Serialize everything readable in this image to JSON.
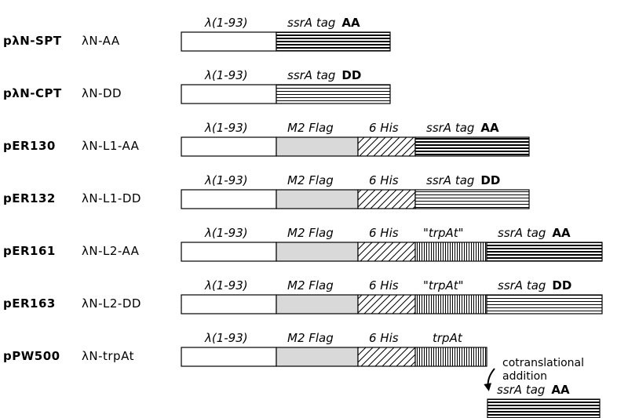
{
  "colors": {
    "ink": "#000000",
    "grey_fill": "#d9d9d9",
    "background": "#ffffff"
  },
  "segment_types": {
    "lambda": {
      "label": "λ(1-93)",
      "suffix": ""
    },
    "m2flag": {
      "label": "M2 Flag",
      "suffix": ""
    },
    "his6": {
      "label": "6 His",
      "suffix": ""
    },
    "trpAt_quoted": {
      "label": "\"trpAt\"",
      "suffix": ""
    },
    "trpAt": {
      "label": "trpAt",
      "suffix": ""
    },
    "ssrA_AA": {
      "label": "ssrA tag",
      "suffix": "AA"
    },
    "ssrA_DD": {
      "label": "ssrA tag",
      "suffix": "DD"
    }
  },
  "rows": [
    {
      "plasmid": "pλN-SPT",
      "construct": "λN-AA",
      "segments": [
        "lambda",
        "ssrA_AA"
      ]
    },
    {
      "plasmid": "pλN-CPT",
      "construct": "λN-DD",
      "segments": [
        "lambda",
        "ssrA_DD"
      ]
    },
    {
      "plasmid": "pER130",
      "construct": "λN-L1-AA",
      "segments": [
        "lambda",
        "m2flag",
        "his6",
        "ssrA_AA"
      ]
    },
    {
      "plasmid": "pER132",
      "construct": "λN-L1-DD",
      "segments": [
        "lambda",
        "m2flag",
        "his6",
        "ssrA_DD"
      ]
    },
    {
      "plasmid": "pER161",
      "construct": "λN-L2-AA",
      "segments": [
        "lambda",
        "m2flag",
        "his6",
        "trpAt_quoted",
        "ssrA_AA"
      ]
    },
    {
      "plasmid": "pER163",
      "construct": "λN-L2-DD",
      "segments": [
        "lambda",
        "m2flag",
        "his6",
        "trpAt_quoted",
        "ssrA_DD"
      ]
    },
    {
      "plasmid": "pPW500",
      "construct": "λN-trpAt",
      "segments": [
        "lambda",
        "m2flag",
        "his6",
        "trpAt"
      ]
    }
  ],
  "cotranslational": {
    "note_line1": "cotranslational",
    "note_line2": "addition",
    "segment": "ssrA_AA"
  }
}
